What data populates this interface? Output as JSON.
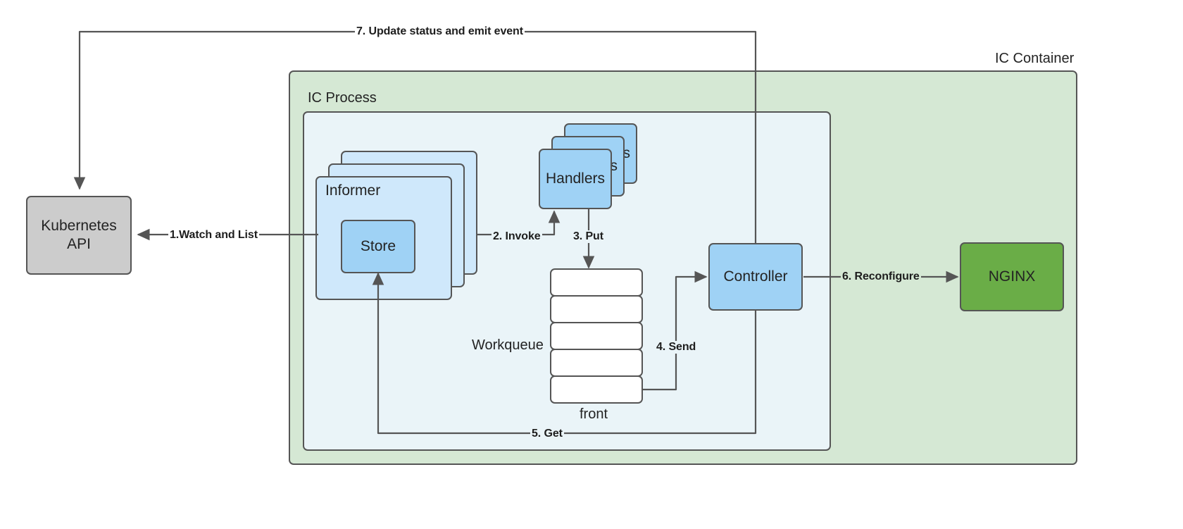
{
  "diagram": {
    "title": "NGINX Ingress Controller architecture flow",
    "containers": [
      {
        "id": "ic-container",
        "label": "IC Container",
        "fill": "#d5e8d4"
      },
      {
        "id": "ic-process",
        "label": "IC Process",
        "fill": "#eaf4f8"
      }
    ],
    "nodes": {
      "kubernetes_api": {
        "label": "Kubernetes\nAPI",
        "fill": "#cccccc"
      },
      "informer": {
        "label": "Informer",
        "fill": "#cfe8fb",
        "stack_count": 3
      },
      "store": {
        "label": "Store",
        "fill": "#9fd2f5"
      },
      "handlers": {
        "label": "Handlers",
        "fill": "#9fd2f5",
        "stack_count": 3
      },
      "workqueue": {
        "label": "Workqueue",
        "front_label": "front",
        "slots": 5,
        "fill": "#ffffff"
      },
      "controller": {
        "label": "Controller",
        "fill": "#9fd2f5"
      },
      "nginx": {
        "label": "NGINX",
        "fill": "#6aad47"
      }
    },
    "edges": [
      {
        "id": "e1",
        "label": "1.Watch and List",
        "from": "informer",
        "to": "kubernetes_api"
      },
      {
        "id": "e2",
        "label": "2. Invoke",
        "from": "informer",
        "to": "handlers"
      },
      {
        "id": "e3",
        "label": "3. Put",
        "from": "handlers",
        "to": "workqueue"
      },
      {
        "id": "e4",
        "label": "4. Send",
        "from": "workqueue",
        "to": "controller"
      },
      {
        "id": "e5",
        "label": "5. Get",
        "from": "workqueue",
        "to": "store"
      },
      {
        "id": "e6",
        "label": "6. Reconfigure",
        "from": "controller",
        "to": "nginx"
      },
      {
        "id": "e7",
        "label": "7. Update status and emit event",
        "from": "controller",
        "to": "kubernetes_api"
      }
    ],
    "colors": {
      "stroke": "#555555",
      "text": "#232323",
      "blue_light": "#cfe8fb",
      "blue_mid": "#9fd2f5",
      "green_light": "#d5e8d4",
      "green_dark": "#6aad47",
      "grey": "#cccccc",
      "process_fill": "#eaf4f8"
    }
  }
}
